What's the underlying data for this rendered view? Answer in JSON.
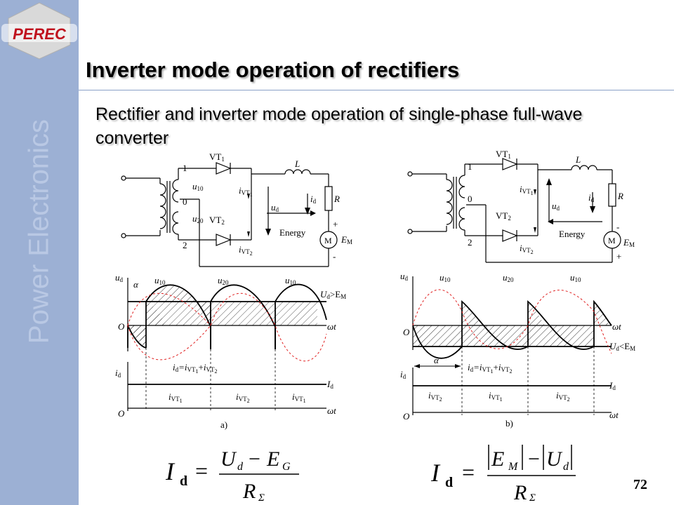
{
  "sidebar": {
    "vertical_text": "Power  Electronics",
    "logo_text": "PEREC"
  },
  "slide": {
    "title": "Inverter mode operation of rectifiers",
    "subtitle": "Rectifier and inverter mode operation of single-phase full-wave converter",
    "page_number": "72"
  },
  "circuit": {
    "vt1": "VT",
    "vt1_sub": "1",
    "vt2": "VT",
    "vt2_sub": "2",
    "node1": "1",
    "node0": "0",
    "node2": "2",
    "inductor": "L",
    "resistor": "R",
    "energy": "Energy",
    "motor": "M",
    "u": "u",
    "i": "i",
    "d": "d",
    "sub10": "10",
    "sub20": "20",
    "sub_vt1": "VT",
    "one": "1",
    "two": "2",
    "em": "E",
    "em_sub": "M",
    "plus": "+",
    "minus": "-"
  },
  "waveforms": {
    "left_caption": "a)",
    "right_caption": "b)",
    "alpha": "α",
    "omega_t": "ωt",
    "origin": "O",
    "left_condition": "U",
    "left_condition_rest": ">E",
    "right_condition_rest": "<E",
    "id_sum": "=i",
    "Id": "I"
  },
  "equations": {
    "left_I": "I",
    "left_sub": "d",
    "eq": "=",
    "left_num": "U",
    "left_num_sub": "d",
    "minus": "−",
    "left_E": "E",
    "left_E_sub": "G",
    "R": "R",
    "sigma": "Σ",
    "right_E": "E",
    "right_E_sub": "M",
    "right_U": "U",
    "right_U_sub": "d"
  }
}
